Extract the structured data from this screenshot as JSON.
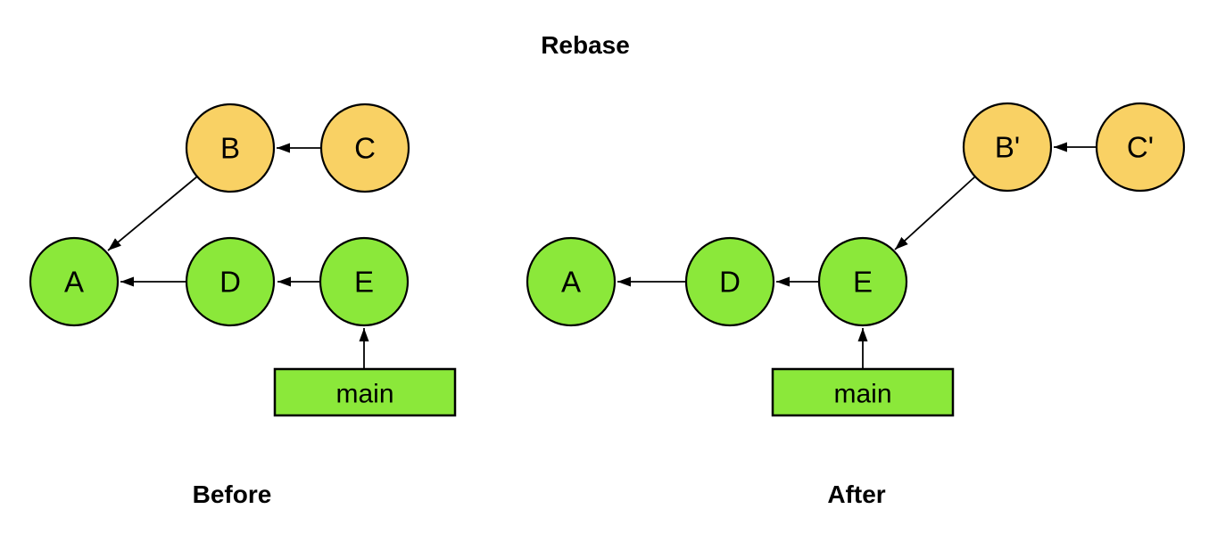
{
  "title": "Rebase",
  "colors": {
    "commit_fill": "#8BE83A",
    "rebased_fill": "#F9D164",
    "stroke": "#000000",
    "background": "#FFFFFF"
  },
  "before": {
    "caption": "Before",
    "nodes": {
      "a": "A",
      "b": "B",
      "c": "C",
      "d": "D",
      "e": "E"
    },
    "branch_label": "main",
    "edges": [
      "C→B",
      "B→A",
      "D→A",
      "E→D",
      "main→E"
    ]
  },
  "after": {
    "caption": "After",
    "nodes": {
      "a": "A",
      "b": "B'",
      "c": "C'",
      "d": "D",
      "e": "E"
    },
    "branch_label": "main",
    "edges": [
      "C'→B'",
      "B'→E",
      "D→A",
      "E→D",
      "main→E"
    ]
  }
}
